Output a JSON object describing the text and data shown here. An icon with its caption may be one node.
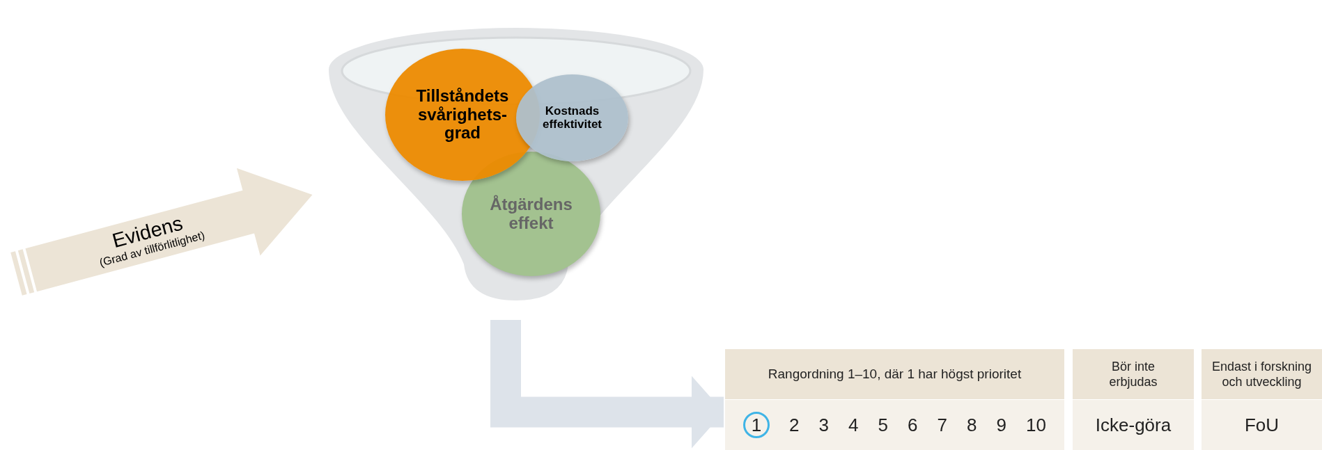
{
  "diagram": {
    "nodes": [
      {
        "text": [],
        "shape": "funnel"
      },
      {
        "text": [
          "Tillståndets svårighets-grad"
        ],
        "in": 0
      },
      {
        "text": [
          "Kostnads effektivitet"
        ],
        "in": 0
      },
      {
        "text": [
          "Åtgärdens effekt"
        ],
        "in": 0
      },
      {
        "text": [
          "Evidens",
          "(Grad av tillförlitlighet)"
        ]
      },
      {
        "text": [],
        "shape": "box"
      }
    ],
    "edges": [
      {
        "from": 0,
        "to": 5,
        "arrow": "to"
      }
    ],
    "labels": [
      "Rangordning 1–10, där 1 har högst prioritet",
      "Bör inte erbjudas",
      "Endast i forskning och utveckling",
      "1",
      "2",
      "3",
      "4",
      "5",
      "6",
      "7",
      "8",
      "9",
      "10",
      "Icke-göra",
      "FoU"
    ]
  }
}
